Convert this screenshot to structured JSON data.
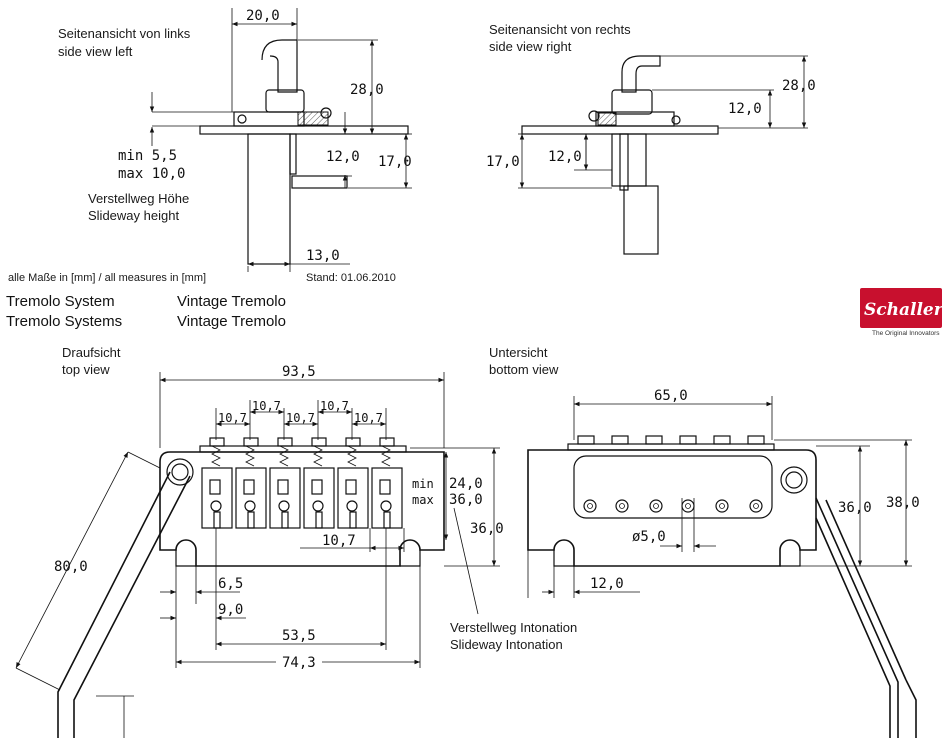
{
  "header": {
    "left_view_de": "Seitenansicht von links",
    "left_view_en": "side view left",
    "right_view_de": "Seitenansicht von rechts",
    "right_view_en": "side view right",
    "measures_note": "alle Maße in [mm] / all measures in [mm]",
    "date_note": "Stand: 01.06.2010"
  },
  "product": {
    "line1_left": "Tremolo System",
    "line2_left": "Tremolo Systems",
    "line1_right": "Vintage Tremolo",
    "line2_right": "Vintage Tremolo"
  },
  "brand": {
    "logo": "Schaller",
    "tagline": "The Original Innovators",
    "color": "#c8102e"
  },
  "side_left": {
    "dims": {
      "width": "20,0",
      "height": "28,0",
      "post": "12,0",
      "body": "17,0",
      "block": "13,0"
    },
    "range_min": "min 5,5",
    "range_max": "max 10,0",
    "slideway_de": "Verstellweg Höhe",
    "slideway_en": "Slideway height"
  },
  "side_right": {
    "dims": {
      "height": "28,0",
      "post": "12,0",
      "body": "17,0",
      "block": "12,0"
    }
  },
  "top_view": {
    "label_de": "Draufsicht",
    "label_en": "top view",
    "dims": {
      "total_width": "93,5",
      "string_spacing": [
        "10,7",
        "10,7",
        "10,7",
        "10,7",
        "10,7"
      ],
      "min": "min",
      "max": "max",
      "min_val": "24,0",
      "max_val": "36,0",
      "depth": "36,0",
      "saddle": "10,7",
      "a": "6,5",
      "b": "9,0",
      "c": "53,5",
      "d": "74,3",
      "arm": "80,0"
    },
    "intonation_de": "Verstellweg Intonation",
    "intonation_en": "Slideway Intonation"
  },
  "bottom_view": {
    "label_de": "Untersicht",
    "label_en": "bottom view",
    "dims": {
      "block_width": "65,0",
      "hole": "ø5,0",
      "depth_a": "36,0",
      "depth_b": "38,0",
      "offset": "12,0"
    }
  }
}
